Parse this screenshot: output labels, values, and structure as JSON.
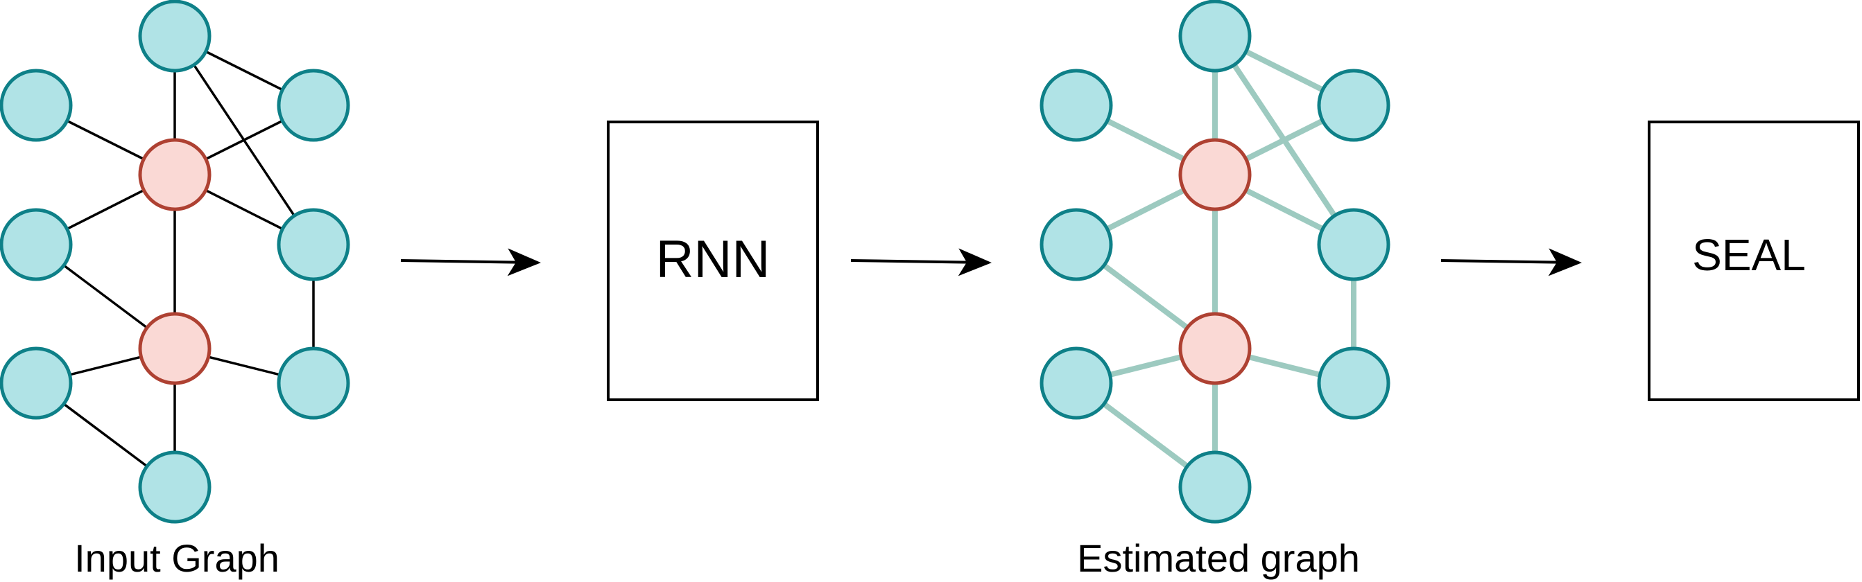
{
  "labels": {
    "input_graph": "Input Graph",
    "estimated_graph": "Estimated graph",
    "rnn": "RNN",
    "seal": "SEAL"
  },
  "colors": {
    "leaf_fill": "#b0e3e6",
    "leaf_stroke": "#0e8088",
    "hub_fill": "#fad9d5",
    "hub_stroke": "#ae4132",
    "input_edge": "#000000",
    "estimated_edge": "#9dcac0"
  }
}
